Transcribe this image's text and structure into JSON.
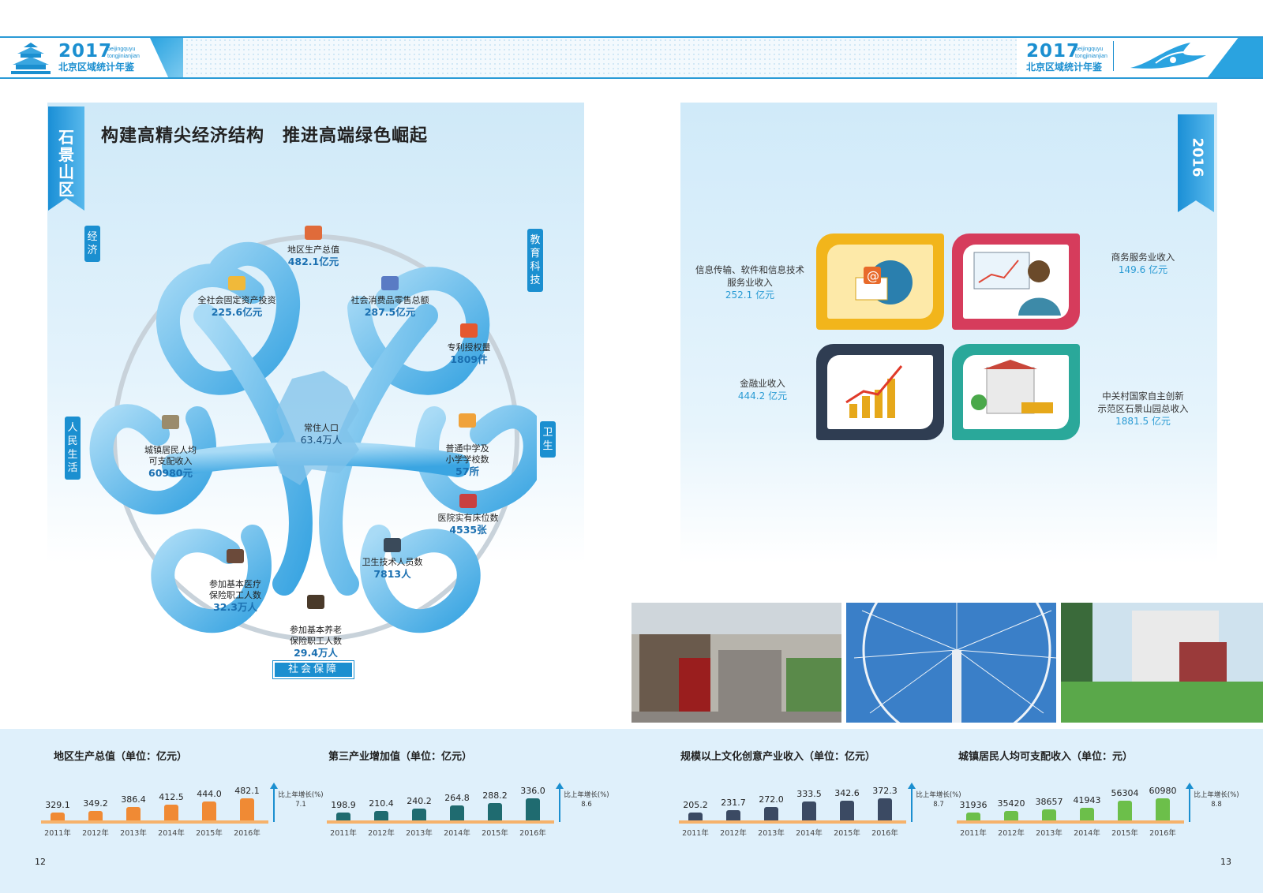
{
  "header": {
    "year": "2017",
    "pinyin_top": "beijingquyu",
    "pinyin_bottom": "tongjinianjian",
    "title_cn": "北京区域统计年鉴"
  },
  "left": {
    "district": "石景山区",
    "title": "构建高精尖经济结构　推进高端绿色崛起",
    "tags": {
      "economy": "经济",
      "edu": "教育科技",
      "people": "人民生活",
      "health": "卫生",
      "social": "社会保障"
    },
    "center": {
      "label": "常住人口",
      "value": "63.4万人"
    },
    "items": [
      {
        "label": "地区生产总值",
        "value": "482.1亿元"
      },
      {
        "label": "全社会固定资产投资",
        "value": "225.6亿元"
      },
      {
        "label": "社会消费品零售总额",
        "value": "287.5亿元"
      },
      {
        "label": "专利授权量",
        "value": "1809件"
      },
      {
        "label": "城镇居民人均\n可支配收入",
        "value": "60980元"
      },
      {
        "label": "普通中学及\n小学学校数",
        "value": "57所"
      },
      {
        "label": "医院实有床位数",
        "value": "4535张"
      },
      {
        "label": "参加基本医疗\n保险职工人数",
        "value": "32.3万人"
      },
      {
        "label": "卫生技术人员数",
        "value": "7813人"
      },
      {
        "label": "参加基本养老\n保险职工人数",
        "value": "29.4万人"
      }
    ]
  },
  "right": {
    "year_tab": "2016",
    "tiles": [
      {
        "label": "信息传输、软件和信息技术\n服务业收入",
        "value": "252.1 亿元",
        "color": "#f2b51b"
      },
      {
        "label": "商务服务业收入",
        "value": "149.6 亿元",
        "color": "#d63c5c"
      },
      {
        "label": "金融业收入",
        "value": "444.2 亿元",
        "color": "#2f3d52"
      },
      {
        "label": "中关村国家自主创新\n示范区石景山园总收入",
        "value": "1881.5 亿元",
        "color": "#2aa89a"
      }
    ]
  },
  "chart_data": [
    {
      "type": "bar",
      "title": "地区生产总值（单位：亿元）",
      "categories": [
        "2011年",
        "2012年",
        "2013年",
        "2014年",
        "2015年",
        "2016年"
      ],
      "values": [
        329.1,
        349.2,
        386.4,
        412.5,
        444.0,
        482.1
      ],
      "value_labels": [
        "329.1",
        "349.2",
        "386.4",
        "412.5",
        "444.0",
        "482.1"
      ],
      "growth_label": "比上年增长(%)",
      "growth": "7.1",
      "color": "#f08a34"
    },
    {
      "type": "bar",
      "title": "第三产业增加值（单位：亿元）",
      "categories": [
        "2011年",
        "2012年",
        "2013年",
        "2014年",
        "2015年",
        "2016年"
      ],
      "values": [
        198.9,
        210.4,
        240.2,
        264.8,
        288.2,
        336.0
      ],
      "value_labels": [
        "198.9",
        "210.4",
        "240.2",
        "264.8",
        "288.2",
        "336.0"
      ],
      "growth_label": "比上年增长(%)",
      "growth": "8.6",
      "color": "#1f6b70"
    },
    {
      "type": "bar",
      "title": "规模以上文化创意产业收入（单位：亿元）",
      "categories": [
        "2011年",
        "2012年",
        "2013年",
        "2014年",
        "2015年",
        "2016年"
      ],
      "values": [
        205.2,
        231.7,
        272.0,
        333.5,
        342.6,
        372.3
      ],
      "value_labels": [
        "205.2",
        "231.7",
        "272.0",
        "333.5",
        "342.6",
        "372.3"
      ],
      "growth_label": "比上年增长(%)",
      "growth": "8.7",
      "color": "#3b4a63"
    },
    {
      "type": "bar",
      "title": "城镇居民人均可支配收入（单位：元）",
      "categories": [
        "2011年",
        "2012年",
        "2013年",
        "2014年",
        "2015年",
        "2016年"
      ],
      "values": [
        31936,
        35420,
        38657,
        41943,
        56304,
        60980
      ],
      "value_labels": [
        "31936",
        "35420",
        "38657",
        "41943",
        "56304",
        "60980"
      ],
      "growth_label": "比上年增长(%)",
      "growth": "8.8",
      "color": "#6cbf4a"
    }
  ],
  "pages": {
    "left": "12",
    "right": "13"
  }
}
